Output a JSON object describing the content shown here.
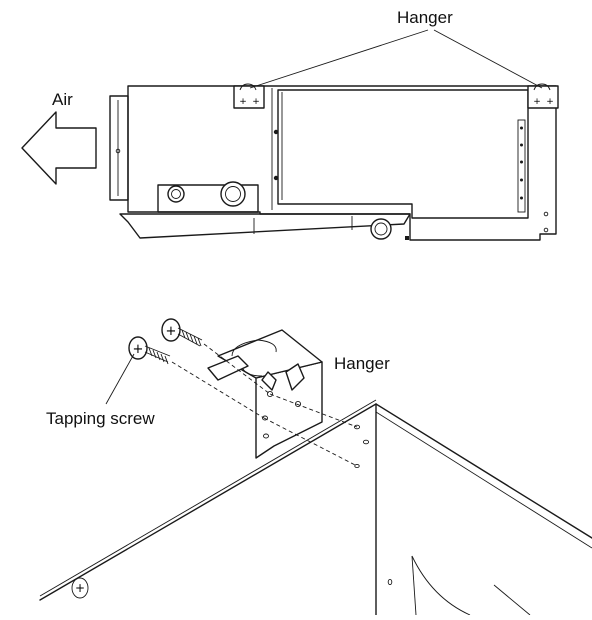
{
  "diagram": {
    "labels": {
      "hanger_top": "Hanger",
      "air": "Air",
      "hanger_bottom": "Hanger",
      "tapping_screw": "Tapping screw"
    }
  }
}
